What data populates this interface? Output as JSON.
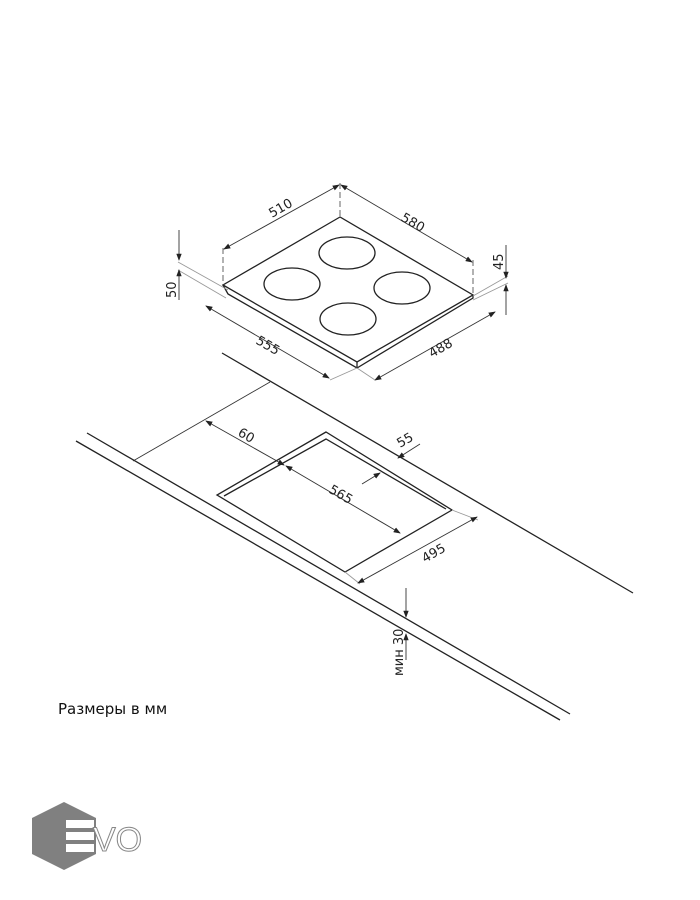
{
  "hob_dimensions": {
    "depth_top": "510",
    "width_top": "580",
    "height_left": "50",
    "height_right": "45",
    "depth_bottom": "555",
    "width_bottom": "488"
  },
  "cutout_dimensions": {
    "front_gap": "60",
    "back_gap": "55",
    "cutout_width": "565",
    "cutout_depth": "495",
    "min_thickness": "мин 30"
  },
  "note": "Размеры в мм",
  "logo": {
    "text": "EVO",
    "color": "#808080"
  }
}
